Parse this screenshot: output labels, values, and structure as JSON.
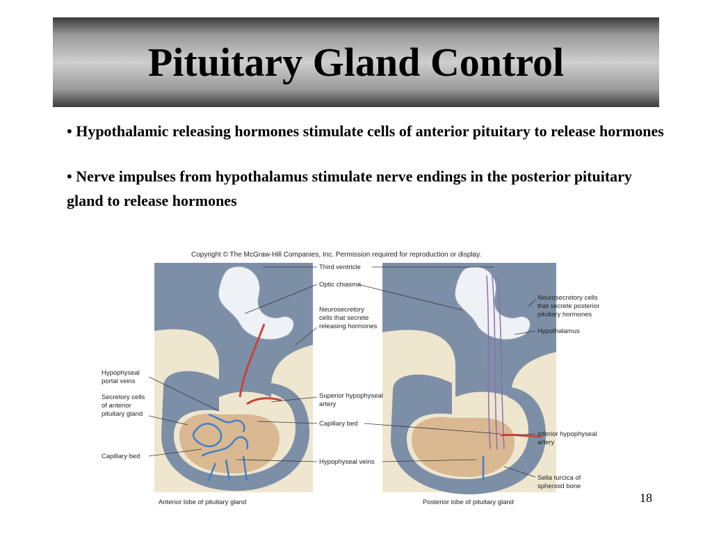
{
  "slide": {
    "title": "Pituitary Gland Control",
    "bullets": [
      "• Hypothalamic releasing hormones stimulate cells of anterior pituitary to release hormones",
      "• Nerve impulses from hypothalamus stimulate nerve endings in the posterior pituitary gland to release hormones"
    ],
    "page_number": "18"
  },
  "figure": {
    "copyright": "Copyright © The McGraw-Hill Companies, Inc. Permission required for reproduction or display.",
    "labels": {
      "third_ventricle": "Third ventricle",
      "optic_chiasma": "Optic chiasma",
      "neurosecretory_releasing": [
        "Neurosecretory",
        "cells that secrete",
        "releasing hormones"
      ],
      "hypophyseal_portal_veins": [
        "Hypophyseal",
        "portal veins"
      ],
      "secretory_cells": [
        "Secretory cells",
        "of anterior",
        "pituitary gland"
      ],
      "capillary_bed_left": "Capillary bed",
      "superior_hypophyseal": [
        "Superior hypophyseal",
        "artery"
      ],
      "capillary_bed_center": "Capillary bed",
      "hypophyseal_veins": "Hypophyseal veins",
      "anterior_lobe": "Anterior lobe of pituitary gland",
      "neurosecretory_posterior": [
        "Neurosecretory cells",
        "that secrete posterior",
        "pituitary hormones"
      ],
      "hypothalamus": "Hypothalamus",
      "inferior_hypophyseal": [
        "Inferior hypophyseal",
        "artery"
      ],
      "sella_turcica": [
        "Sella turcica of",
        "sphenoid bone"
      ],
      "posterior_lobe": "Posterior lobe of pituitary gland"
    },
    "colors": {
      "brain_gray": "#7d8fa6",
      "ventricle_white": "#eef1f5",
      "bone_tan": "#e9dcc0",
      "gland_tan": "#d9b892",
      "vessel_blue": "#3f7fc7",
      "vessel_red": "#c8433a"
    }
  }
}
